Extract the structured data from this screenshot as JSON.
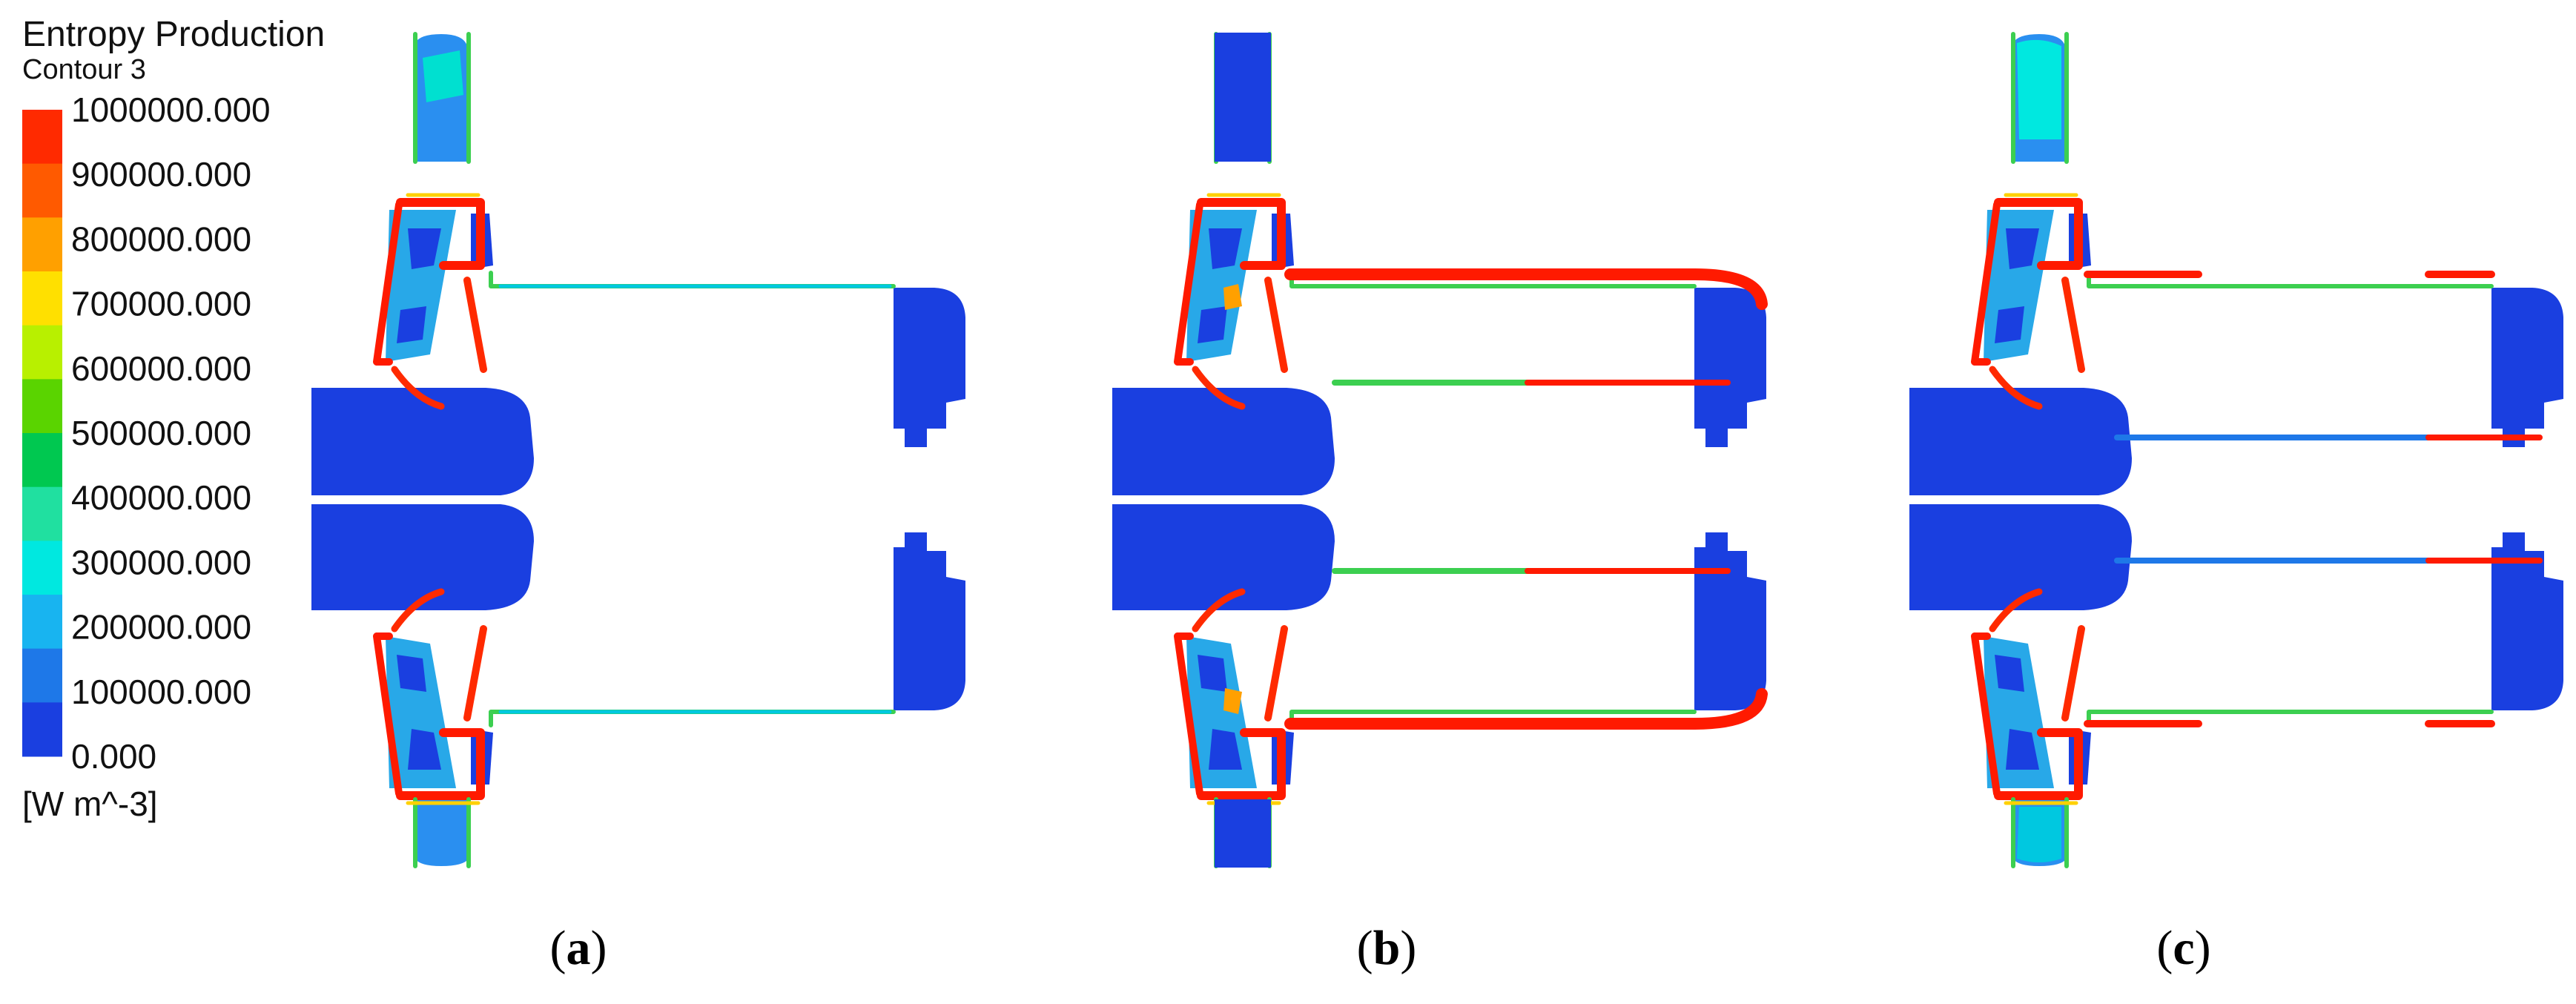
{
  "legend": {
    "title": "Entropy Production",
    "subtitle": "Contour 3",
    "unit": "[W m^-3]",
    "ticks": [
      "1000000.000",
      "900000.000",
      "800000.000",
      "700000.000",
      "600000.000",
      "500000.000",
      "400000.000",
      "300000.000",
      "200000.000",
      "100000.000",
      "0.000"
    ],
    "colors": [
      "#ff2a00",
      "#ff5a00",
      "#ffa000",
      "#ffe000",
      "#b8f000",
      "#5ad400",
      "#00c850",
      "#20e0a0",
      "#00e8e0",
      "#18b4f0",
      "#1e78e8",
      "#1a3fe0"
    ]
  },
  "panels": [
    {
      "id": "a",
      "label": "a"
    },
    {
      "id": "b",
      "label": "b"
    },
    {
      "id": "c",
      "label": "c"
    }
  ],
  "palette": {
    "low": "#1a3fe0",
    "mid": "#00c8e0",
    "green": "#3ccf50",
    "high": "#ff1a00"
  }
}
